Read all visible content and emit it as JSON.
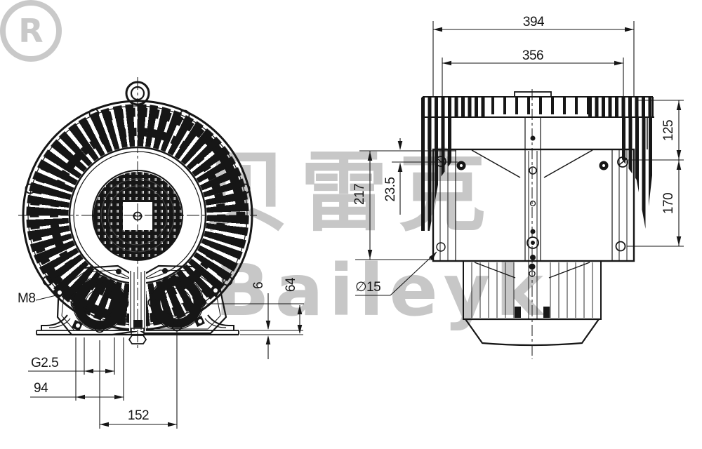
{
  "watermark": {
    "cjk": "贝雷克",
    "latin": "Baileyk",
    "registered": "R"
  },
  "dims": {
    "front": {
      "m8": "M8",
      "g25": "G2.5",
      "d94": "94",
      "d152": "152",
      "d6": "6",
      "d64": "64"
    },
    "side": {
      "d394": "394",
      "d356": "356",
      "d125": "125",
      "d170": "170",
      "d217": "217",
      "d235": "23.5",
      "d15": "∅15"
    }
  },
  "colors": {
    "line": "#161616",
    "watermark": "#c7c7c7",
    "background": "#ffffff"
  }
}
